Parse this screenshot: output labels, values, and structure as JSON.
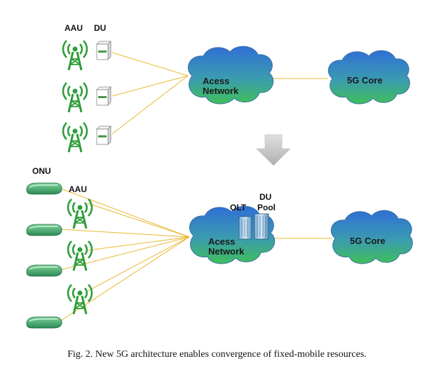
{
  "top": {
    "aau_label": "AAU",
    "du_label": "DU",
    "access_line1": "Acess",
    "access_line2": "Network",
    "core_label": "5G Core"
  },
  "bottom": {
    "onu_label": "ONU",
    "aau_label": "AAU",
    "olt_label": "OLT",
    "du_line1": "DU",
    "du_line2": "Pool",
    "access_line1": "Acess",
    "access_line2": "Network",
    "core_label": "5G Core"
  },
  "caption": "Fig. 2. New 5G architecture enables convergence of fixed-mobile resources.",
  "colors": {
    "link_line": "#e8b830",
    "cloud_top": "#2f6fd6",
    "cloud_bottom": "#3fbf5a",
    "tower": "#2e9e3a",
    "onu": "#3aa36a",
    "arrow": "#c8c8c8"
  },
  "icons": [
    "aau-tower-icon",
    "du-box-icon",
    "onu-device-icon",
    "olt-server-icon",
    "cloud-icon",
    "down-arrow-icon"
  ]
}
